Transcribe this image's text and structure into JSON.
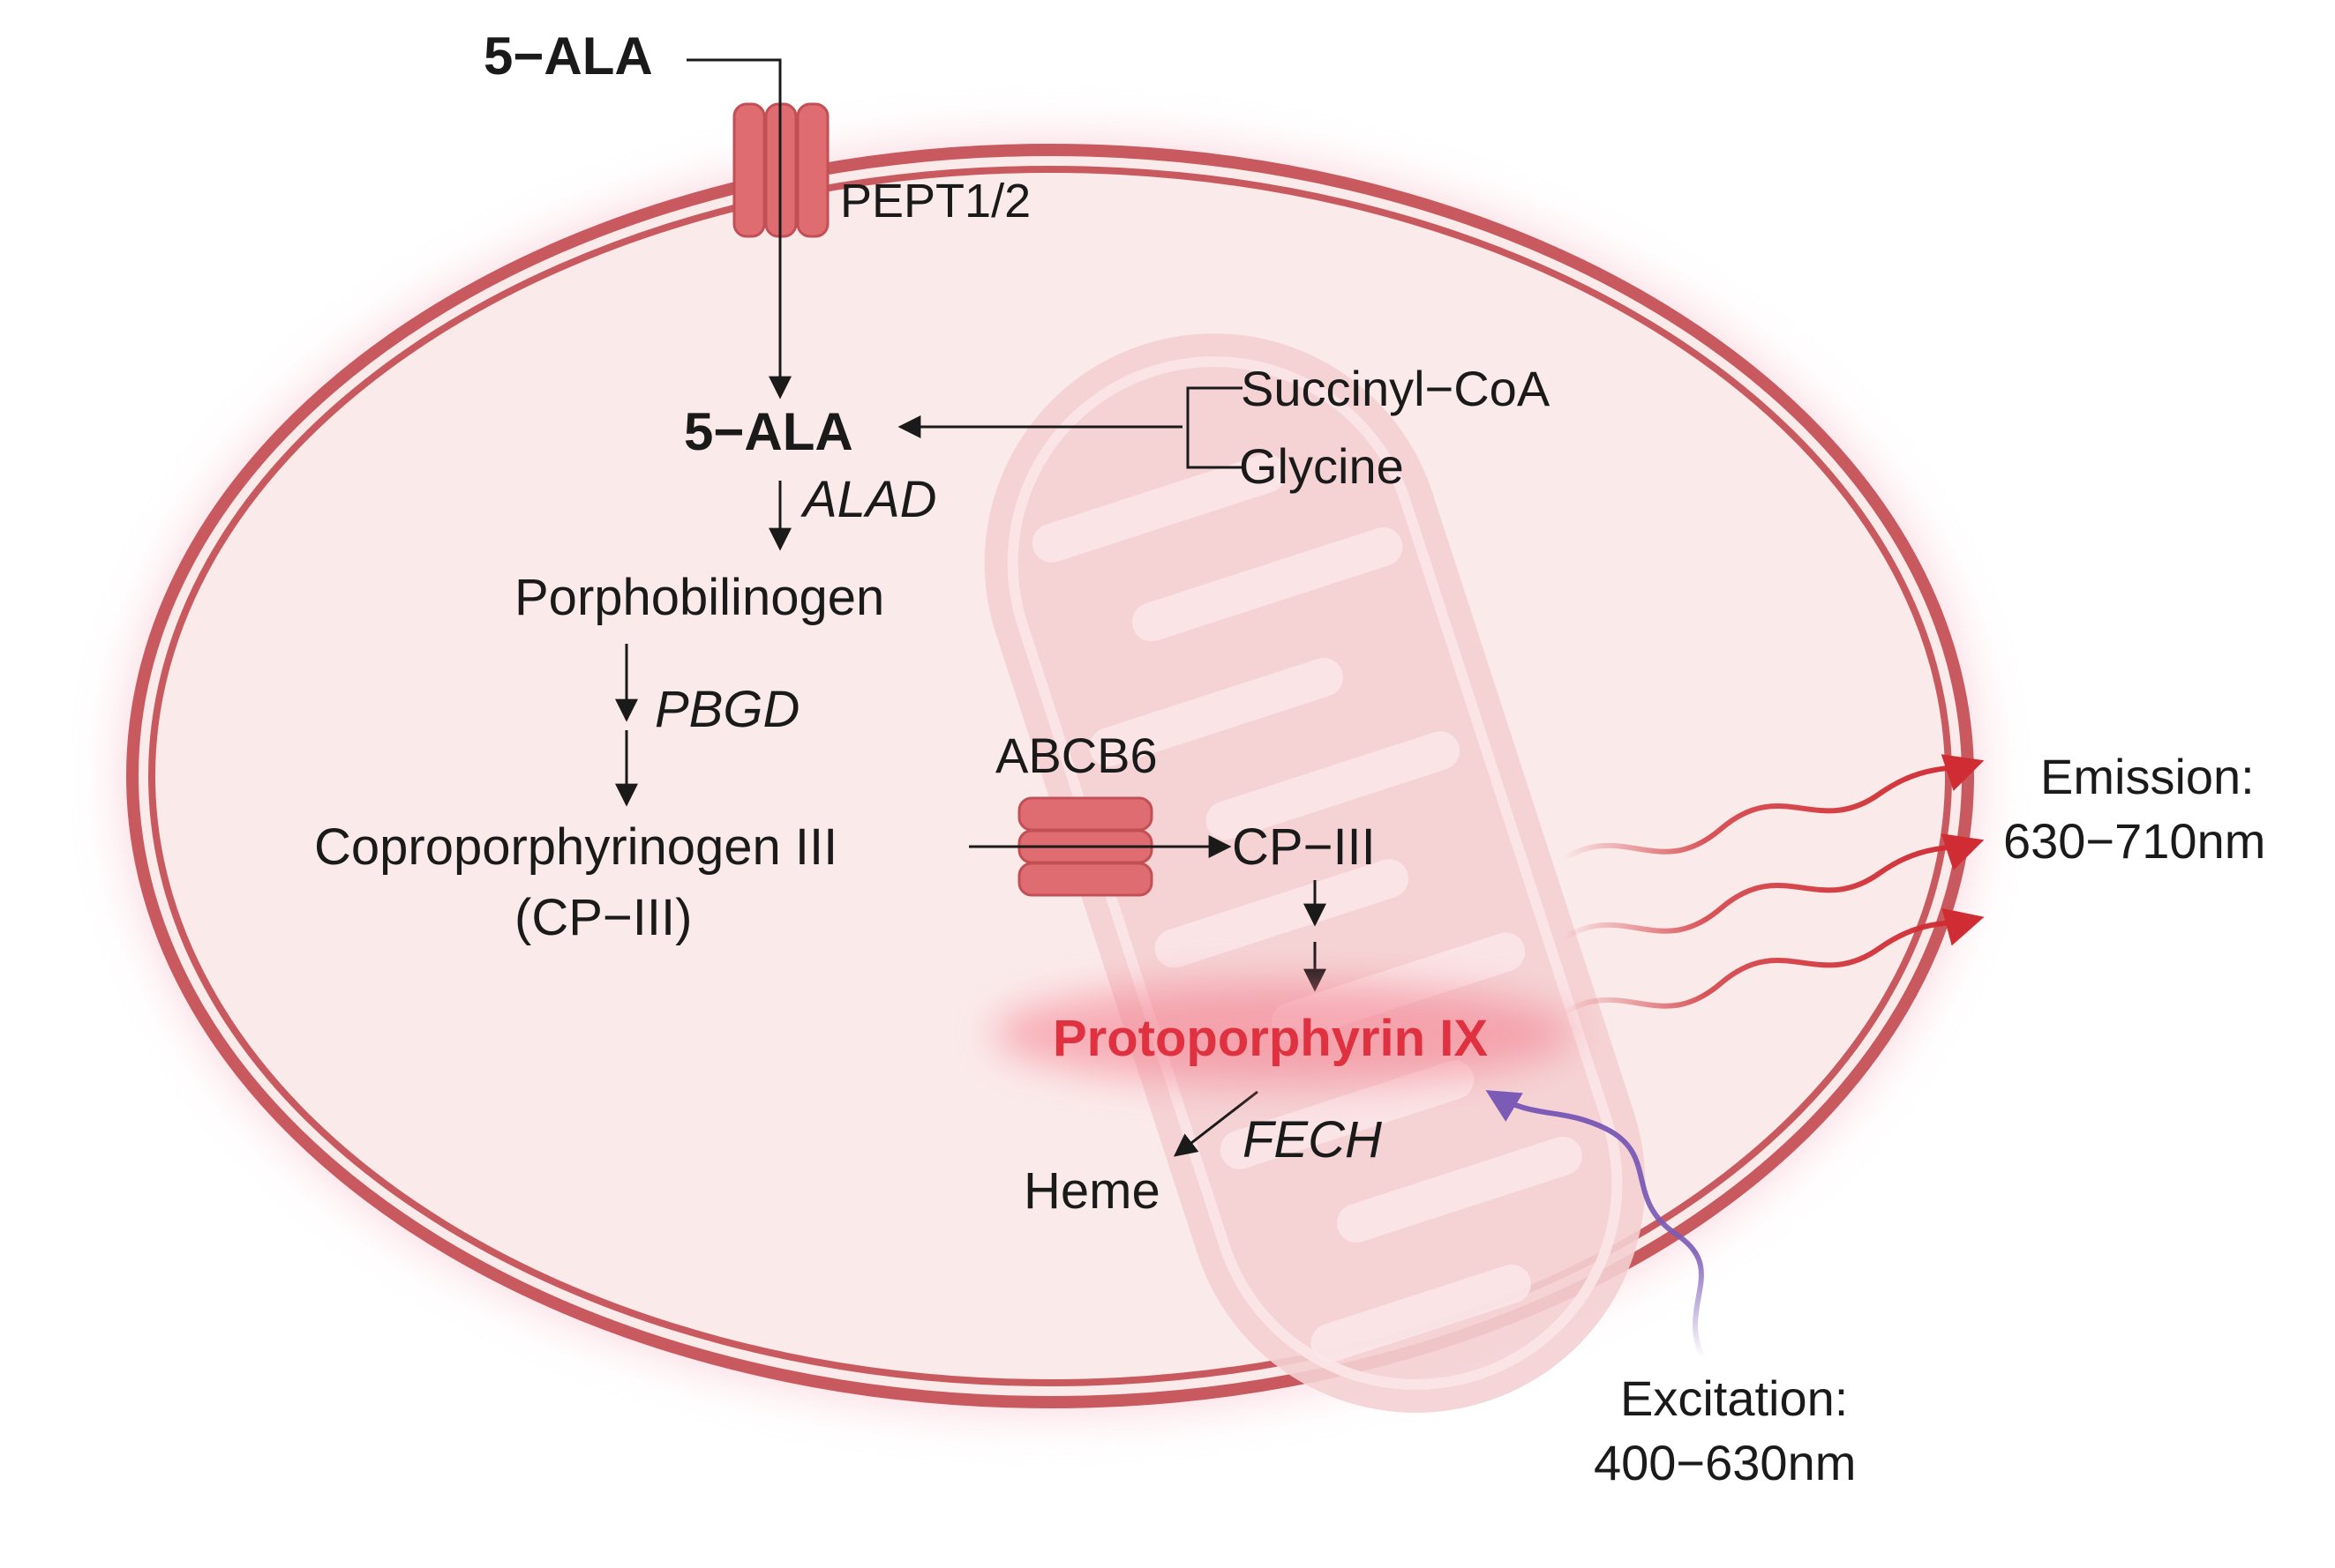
{
  "labels": {
    "ala_outside": "5−ALA",
    "pept": "PEPT1/2",
    "ala_inside": "5−ALA",
    "succinyl": "Succinyl−CoA",
    "glycine": "Glycine",
    "alad": "ALAD",
    "porphobilinogen": "Porphobilinogen",
    "pbgd": "PBGD",
    "copro": "Coproporphyrinogen III",
    "copro_abbr": "(CP−III)",
    "abcb6": "ABCB6",
    "cp3": "CP−III",
    "ppix": "Protoporphyrin IX",
    "fech": "FECH",
    "heme": "Heme",
    "emission_1": "Emission:",
    "emission_2": "630−710nm",
    "excitation_1": "Excitation:",
    "excitation_2": "400−630nm"
  },
  "colors": {
    "membrane": "#c85a5f",
    "cell_fill": "#fbeaea",
    "glow": "#f7b7c3",
    "transporter": "#df6c70",
    "mito_fill": "#f4d0d3",
    "mito_cristae": "#fbe6e8",
    "ppix_text": "#e03141",
    "emission_arrow": "#cf2d33",
    "excitation_arrow": "#7b5bb6",
    "arrow": "#1a1a1a"
  }
}
